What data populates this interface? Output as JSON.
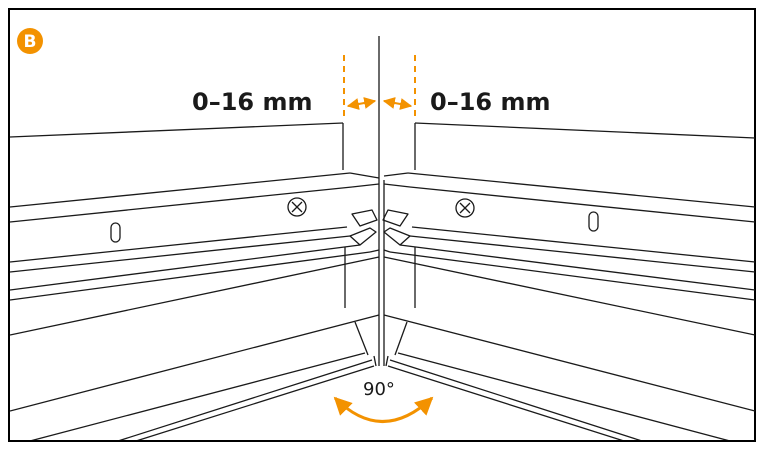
{
  "badge": {
    "letter": "B",
    "color": "#f39200"
  },
  "measurements": {
    "left_gap": "0–16 mm",
    "right_gap": "0–16 mm"
  },
  "angle": {
    "label": "90°"
  },
  "colors": {
    "accent": "#f39200",
    "line": "#1a1a1a",
    "border": "#000000"
  },
  "icons": [
    "screw-icon",
    "slot-hole-icon",
    "dimension-arrow-icon",
    "rotation-arrow-icon"
  ]
}
